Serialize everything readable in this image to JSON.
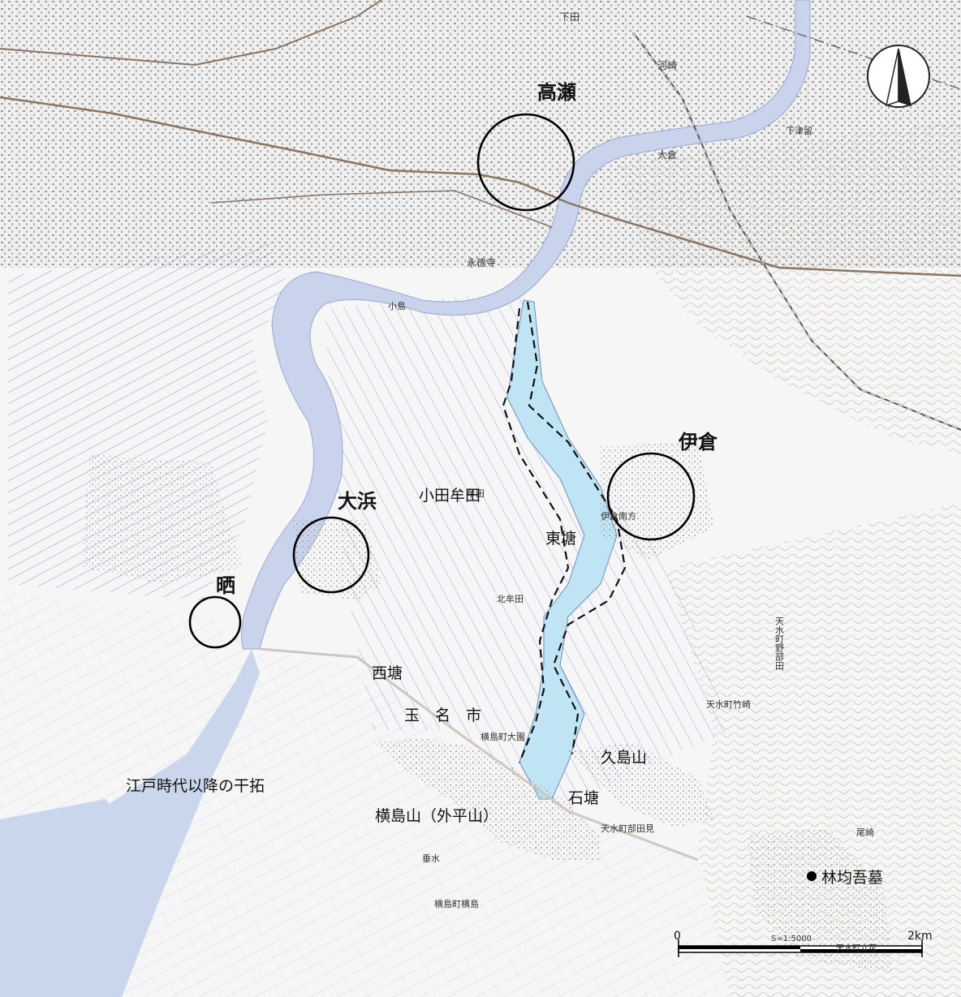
{
  "places": {
    "takase": "高瀬",
    "ikura": "伊倉",
    "ohama": "大浜",
    "sarashi": "晒",
    "odamuta": "小田牟田",
    "higashitomo": "東塘",
    "nishitomo": "西塘",
    "tamana_city": "玉　名　市",
    "kushimayama": "久島山",
    "ishitomo": "石塘",
    "yokoshimayama": "横島山（外平山）",
    "edo_reclamation": "江戸時代以降の干拓",
    "tomb": "林均吾墓"
  },
  "minor_labels": {
    "shimota": "下田",
    "kawasaki": "河崎",
    "ikura_minamikata": "伊倉南方",
    "tensui_nobuta": "天水町野部田",
    "tensui_takezaki": "天水町竹崎",
    "yokoshima_oosono": "横島町大園",
    "kitamuta": "北牟田",
    "eitokuji": "永徳寺",
    "kojima": "小島",
    "tensui_nobuta_mi": "天水町部田見",
    "tensui_tachibana": "天水町立花",
    "yokoshima_yokoshima": "横島町横島",
    "ozaki": "尾崎",
    "tarumizu": "垂水",
    "muta": "牟田",
    "shimotsudome": "下津留",
    "okura": "大倉"
  },
  "compass": {
    "icon": "north-arrow-icon"
  },
  "scale": {
    "start": "0",
    "end": "2km",
    "ratio": "S=1:5000"
  },
  "colors": {
    "river": "#c9d3ec",
    "reclaim_old": "#bfe4f3",
    "road": "#8a7462",
    "rail": "#555555",
    "field_line": "#4a66b8",
    "circle": "#000000"
  }
}
